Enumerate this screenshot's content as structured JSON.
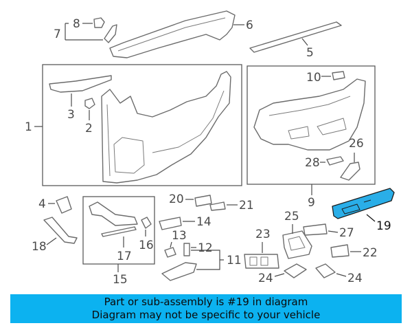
{
  "callouts": {
    "c1": "1",
    "c2": "2",
    "c3": "3",
    "c4": "4",
    "c5": "5",
    "c6": "6",
    "c7": "7",
    "c8": "8",
    "c9": "9",
    "c10": "10",
    "c11": "11",
    "c12": "12",
    "c13": "13",
    "c14": "14",
    "c15": "15",
    "c16": "16",
    "c17": "17",
    "c18": "18",
    "c19": "19",
    "c20": "20",
    "c21": "21",
    "c22": "22",
    "c23": "23",
    "c24a": "24",
    "c24b": "24",
    "c25": "25",
    "c26": "26",
    "c27": "27",
    "c28": "28"
  },
  "colors": {
    "highlight_part": "#2aaee8",
    "banner_background": "#0cb2f0"
  },
  "banner": {
    "line1": "Part or sub-assembly is #19 in diagram",
    "line2": "Diagram may not be specific to your vehicle"
  }
}
